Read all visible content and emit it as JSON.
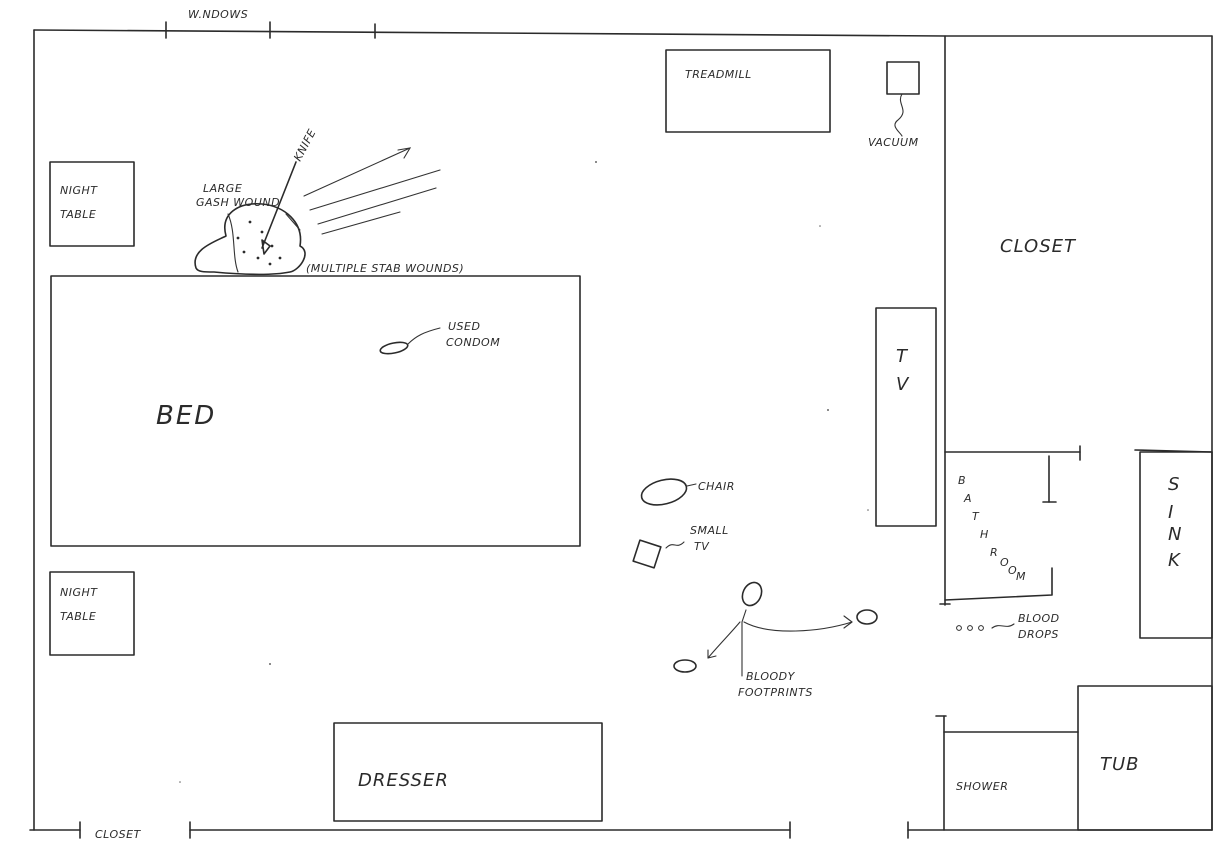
{
  "plan": {
    "windows": "W.NDOWS",
    "treadmill": "TREADMILL",
    "vacuum": "VACUUM",
    "closet_right": "CLOSET",
    "night_table_top": [
      "NIGHT",
      "TABLE"
    ],
    "night_table_bottom": [
      "NIGHT",
      "TABLE"
    ],
    "gash_wound": [
      "LARGE",
      "GASH WOUND"
    ],
    "knife": "KNIFE",
    "stab_wounds": "(MULTIPLE STAB WOUNDS)",
    "used_condom": [
      "USED",
      "CONDOM"
    ],
    "bed": "BED",
    "chair": "CHAIR",
    "small_tv": [
      "SMALL",
      "TV"
    ],
    "tv": [
      "T",
      "V"
    ],
    "bathroom": [
      "B",
      "A",
      "T",
      "H",
      "R",
      "O",
      "O",
      "M"
    ],
    "sink": [
      "S",
      "I",
      "N",
      "K"
    ],
    "blood_drops": [
      "BLOOD",
      "DROPS"
    ],
    "bloody_footprints": [
      "BLOODY",
      "FOOTPRINTS"
    ],
    "dresser": "DRESSER",
    "shower": "SHOWER",
    "tub": "TUB",
    "closet_bottom": "CLOSET"
  }
}
